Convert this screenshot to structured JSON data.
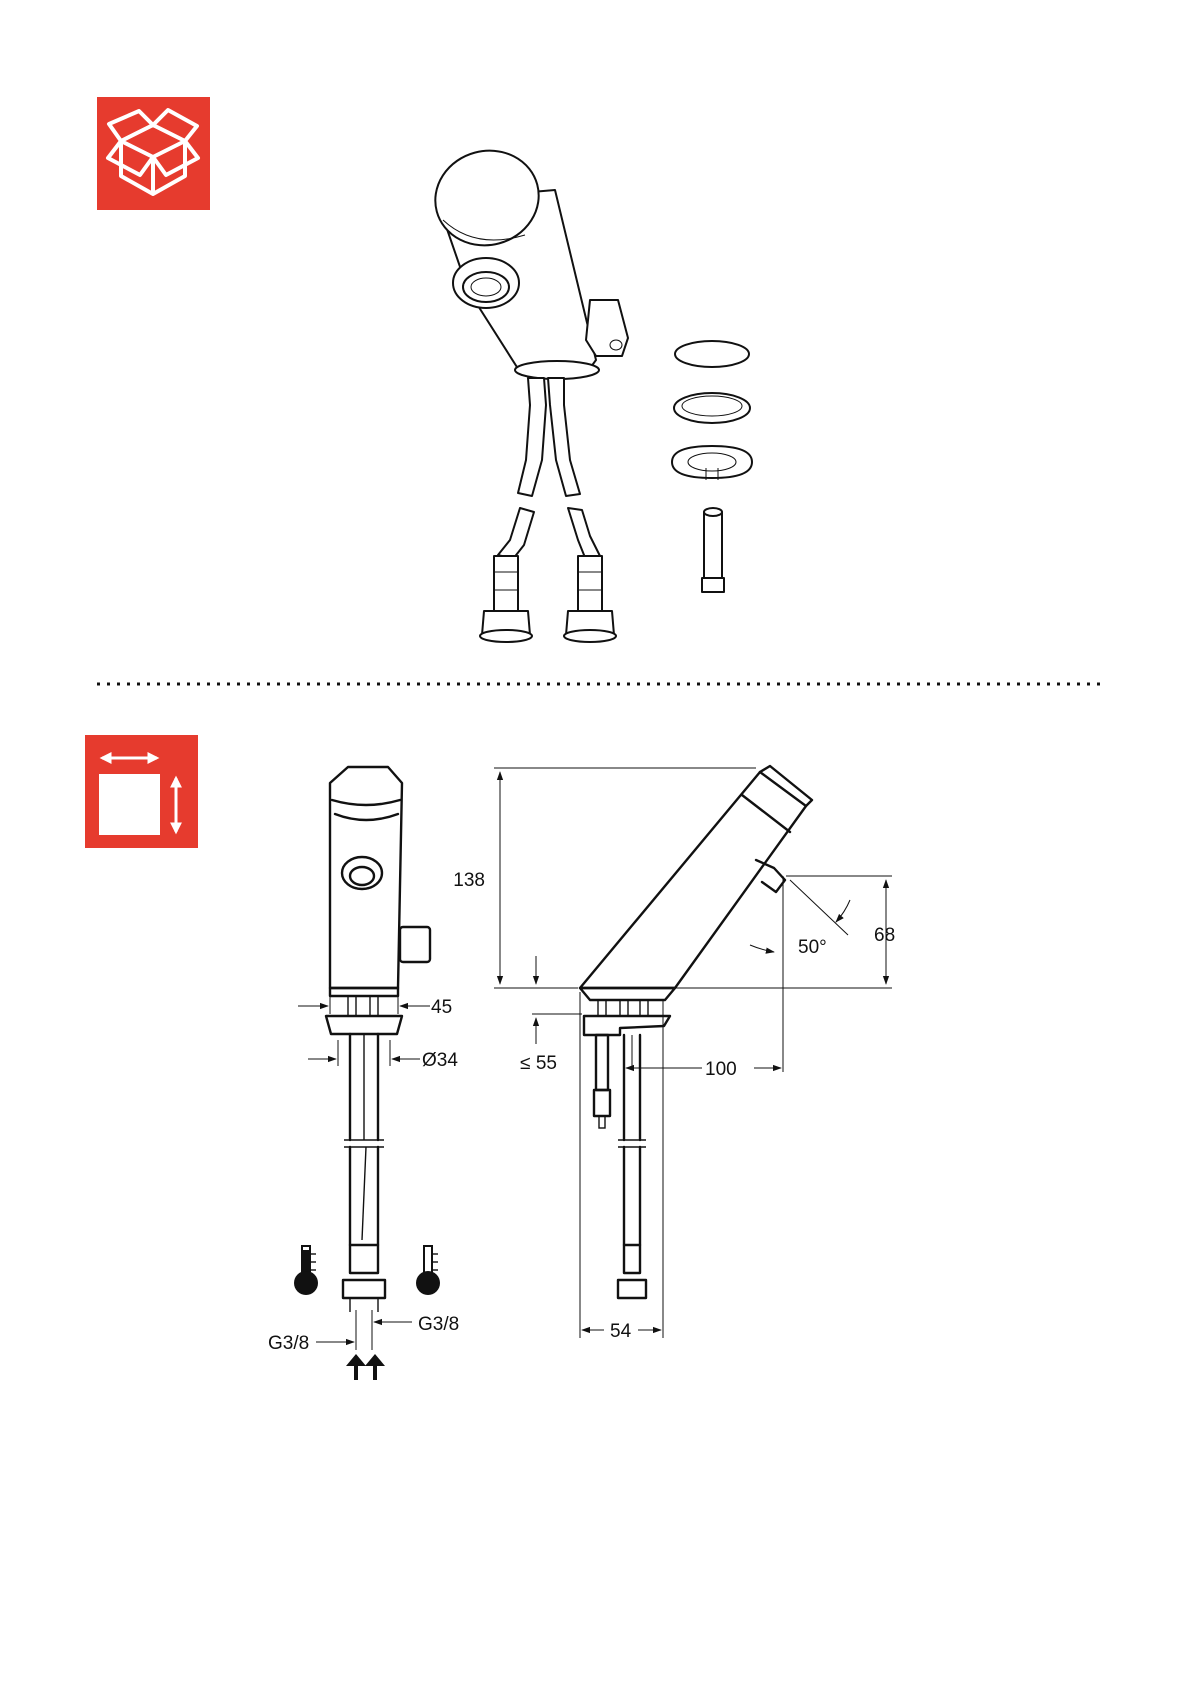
{
  "colors": {
    "accent": "#e63b2e",
    "line": "#111111",
    "icon_fg": "#ffffff"
  },
  "icons": {
    "scope_of_delivery": "open-box-icon",
    "dimensions": "dimensions-icon",
    "hot_water": "thermometer-hot-icon",
    "cold_water": "thermometer-cold-icon",
    "water_inlet": "arrow-up-icon"
  },
  "dimensions": {
    "front_width": "45",
    "mounting_hole": "Ø34",
    "total_height": "138",
    "spout_height": "68",
    "spout_angle": "50°",
    "projection": "100",
    "deck_thickness": "≤ 55",
    "base_width": "54",
    "connection_hot": "G3/8",
    "connection_cold": "G3/8"
  }
}
